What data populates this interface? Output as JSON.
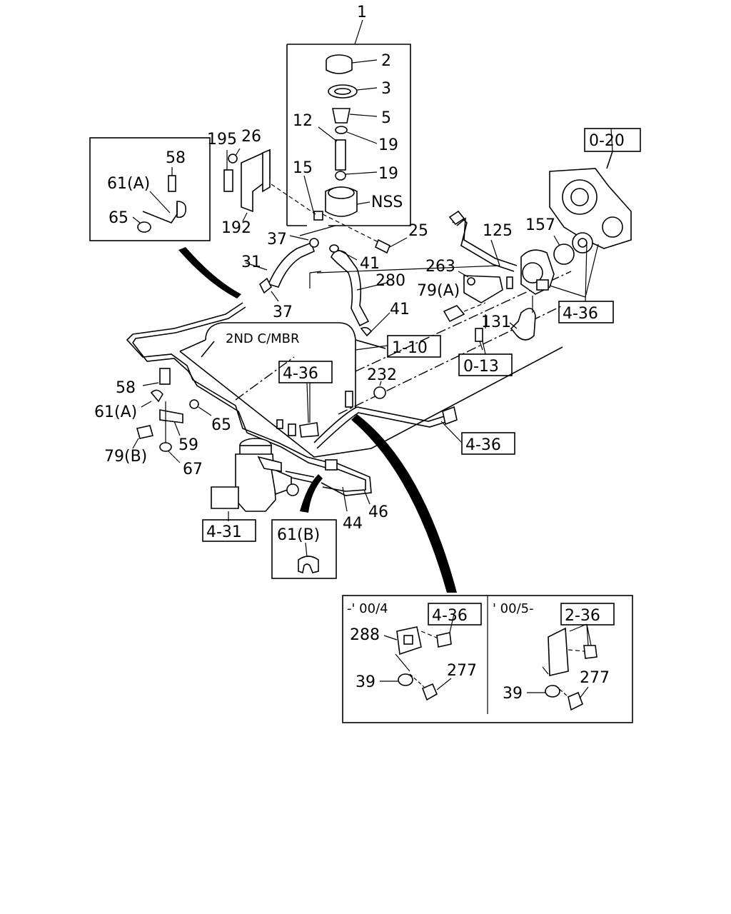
{
  "callouts": {
    "c1": "1",
    "c2": "2",
    "c3": "3",
    "c5": "5",
    "c12": "12",
    "c19a": "19",
    "c19b": "19",
    "c15": "15",
    "nss": "NSS",
    "c195": "195",
    "c26": "26",
    "c192": "192",
    "c25": "25",
    "c37a": "37",
    "c37b": "37",
    "c31": "31",
    "c41a": "41",
    "c41b": "41",
    "c280": "280",
    "c125": "125",
    "c157": "157",
    "c263": "263",
    "c79a": "79(A)",
    "c131": "131",
    "c58a": "58",
    "c61a": "61(A)",
    "c65a": "65",
    "c58b": "58",
    "c61b": "61(A)",
    "c65b": "65",
    "c59": "59",
    "c79b": "79(B)",
    "c67": "67",
    "c232": "232",
    "c44": "44",
    "c46": "46",
    "c61B": "61(B)",
    "c288": "288",
    "c39a": "39",
    "c277a": "277",
    "c39b": "39",
    "c277b": "277"
  },
  "refs": {
    "r020": "0-20",
    "r436_pump": "4-36",
    "r110": "1-10",
    "r013": "0-13",
    "r436_mid": "4-36",
    "r436_pipe": "4-36",
    "r431": "4-31",
    "r436_inset": "4-36",
    "r236_inset": "2-36"
  },
  "annotations": {
    "member": "2ND C/MBR",
    "inset_left_date": "-' 00/4",
    "inset_right_date": "' 00/5-"
  }
}
